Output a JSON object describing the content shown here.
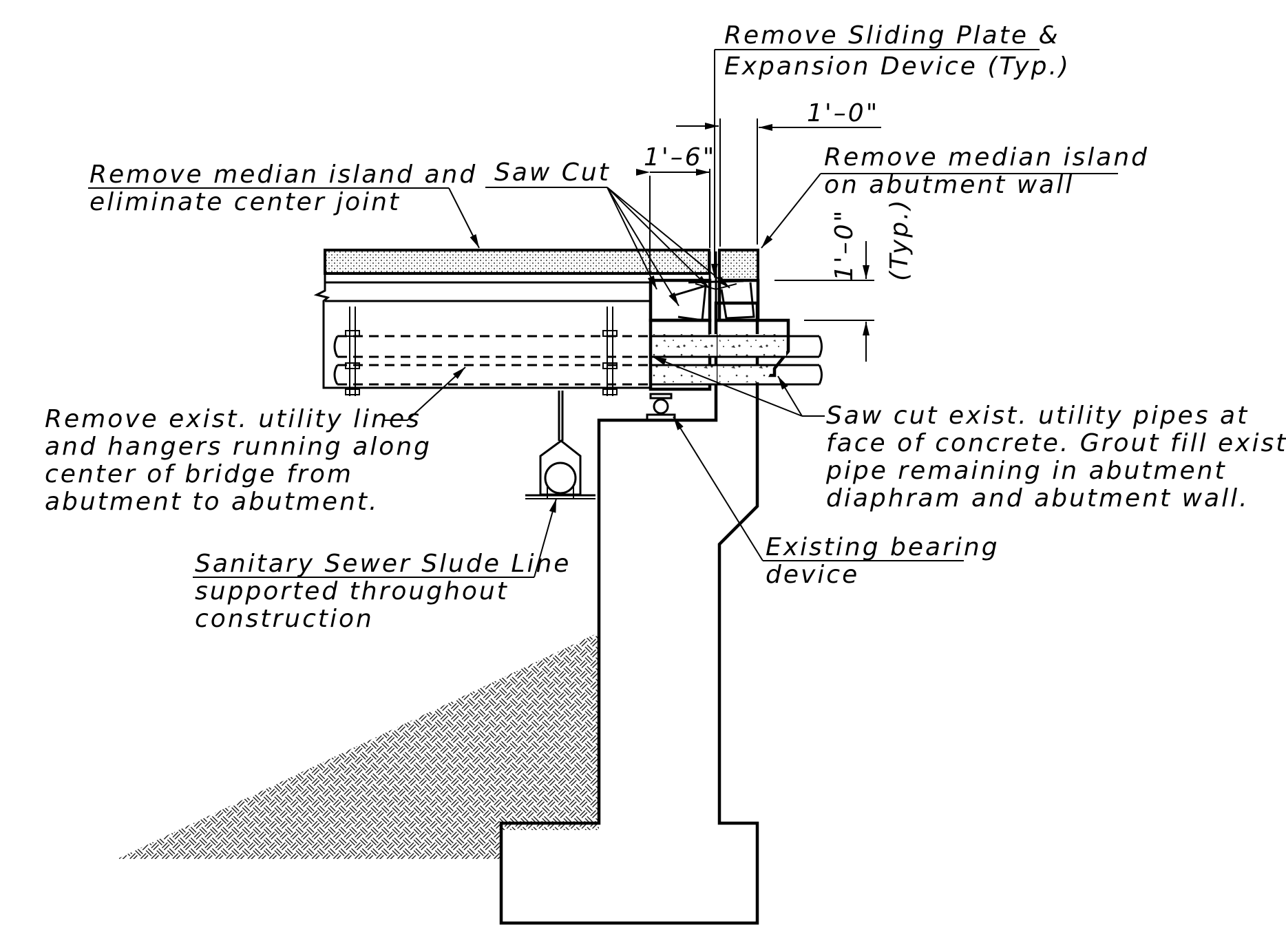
{
  "labels": {
    "sliding_plate_l1": "Remove Sliding Plate &",
    "sliding_plate_l2": "Expansion Device (Typ.)",
    "dim_1ft_top": "1'–0\"",
    "dim_1ft6": "1'–6\"",
    "saw_cut": "Saw Cut",
    "median_abut_l1": "Remove median island",
    "median_abut_l2": "on abutment wall",
    "median_center_l1": "Remove median island and",
    "median_center_l2": "eliminate center joint",
    "dim_1ft_vert": "1'–0\"",
    "typ": "(Typ.)",
    "utility_l1": "Remove exist. utility lines",
    "utility_l2": "and hangers running along",
    "utility_l3": "center of bridge from",
    "utility_l4": "abutment to abutment.",
    "sawcut_pipes_l1": "Saw cut exist. utility pipes at",
    "sawcut_pipes_l2": "face of concrete.  Grout fill exist.",
    "sawcut_pipes_l3": "pipe remaining in abutment",
    "sawcut_pipes_l4": "diaphram and abutment wall.",
    "bearing_l1": "Existing bearing",
    "bearing_l2": "device",
    "sewer_l1": "Sanitary Sewer Slude Line",
    "sewer_l2": "supported throughout",
    "sewer_l3": "construction"
  }
}
